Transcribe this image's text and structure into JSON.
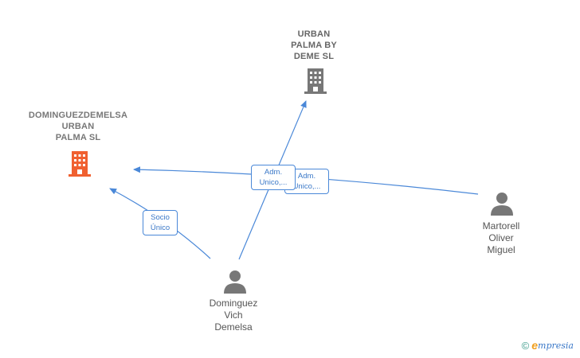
{
  "nodes": {
    "company_urban_palma_by_deme": {
      "label": "URBAN\nPALMA BY\nDEME  SL",
      "icon": "building-icon",
      "color": "#777777"
    },
    "company_dominguezdemelsa": {
      "label": "DOMINGUEZDEMELSA\nURBAN\nPALMA  SL",
      "icon": "building-icon",
      "color": "#f06030"
    },
    "person_martorell": {
      "label": "Martorell\nOliver\nMiguel",
      "icon": "person-icon",
      "color": "#777777"
    },
    "person_dominguez": {
      "label": "Dominguez\nVich\nDemelsa",
      "icon": "person-icon",
      "color": "#777777"
    }
  },
  "edges": {
    "socio_unico": {
      "label": "Socio\nÚnico"
    },
    "adm_unico_1": {
      "label": "Adm.\nUnico,..."
    },
    "adm_unico_2": {
      "label": "Adm.\nUnico,..."
    }
  },
  "colors": {
    "edge": "#4a88d8",
    "badge_text": "#3a78c8"
  },
  "brand": {
    "copyright": "©",
    "e": "e",
    "rest": "mpresia"
  }
}
